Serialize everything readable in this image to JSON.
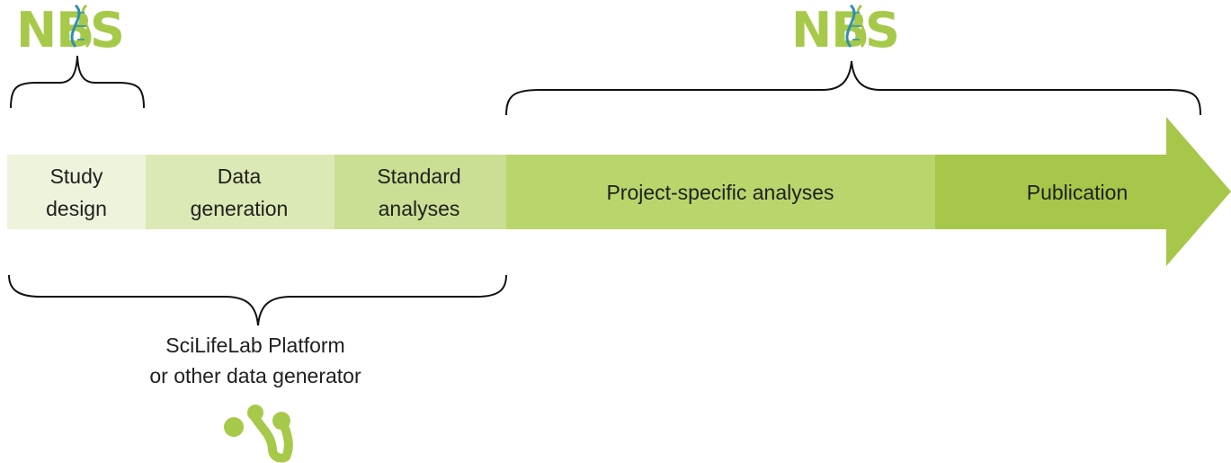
{
  "logos": {
    "left": {
      "text": "NB",
      "dna_letter": "S"
    },
    "right": {
      "text": "NB",
      "dna_letter": "S"
    }
  },
  "stages": [
    {
      "line1": "Study",
      "line2": "design",
      "color": "#eef4dc"
    },
    {
      "line1": "Data",
      "line2": "generation",
      "color": "#dbe9b4"
    },
    {
      "line1": "Standard",
      "line2": "analyses",
      "color": "#cadf93"
    },
    {
      "line1": "Project-specific analyses",
      "line2": "",
      "color": "#b9d66c"
    },
    {
      "line1": "Publication",
      "line2": "",
      "color": "#a6c74a"
    }
  ],
  "caption": {
    "line1": "SciLifeLab Platform",
    "line2": "or other data generator"
  },
  "colors": {
    "brand_green": "#a7c94a",
    "dna_blue": "#2f8fb0",
    "brace": "#111111",
    "text": "#202020"
  },
  "icons": {
    "scilifelab": "scilifelab-logo-icon",
    "dna": "dna-helix-icon"
  }
}
